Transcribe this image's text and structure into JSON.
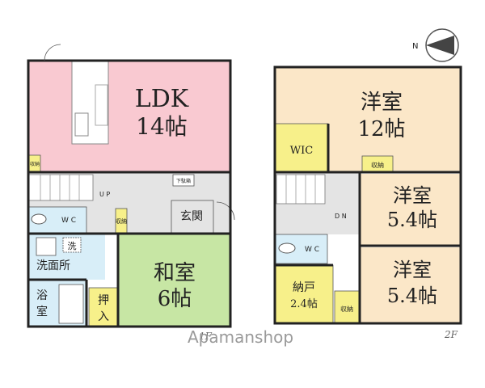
{
  "compass": {
    "north": "N"
  },
  "floor1": {
    "ldk": {
      "name": "LDK",
      "size": "14帖"
    },
    "storage_ldk": "収納",
    "up": "U P",
    "shoe_box": "下駄箱",
    "entrance": "玄関",
    "wc": "W C",
    "storage_hall": "収納",
    "washer": "洗",
    "washroom": "洗面所",
    "bath": "浴室",
    "closet": "押入",
    "washitsu": {
      "name": "和室",
      "size": "6帖"
    }
  },
  "floor2": {
    "label": "2F",
    "yoshitsu12": {
      "name": "洋室",
      "size": "12帖"
    },
    "wic": "WIC",
    "storage_top": "収納",
    "yoshitsu54a": {
      "name": "洋室",
      "size": "5.4帖"
    },
    "dn": "D N",
    "wc": "W C",
    "yoshitsu54b": {
      "name": "洋室",
      "size": "5.4帖"
    },
    "nando": {
      "name": "納戸",
      "size": "2.4帖"
    },
    "storage_bottom": "収納"
  },
  "watermark": {
    "text": "Apamanshop",
    "floor_label": "1F"
  },
  "colors": {
    "ldk": "#f9c9d1",
    "washitsu": "#c7e6a4",
    "yoshitsu": "#fbe7c8",
    "wic": "#f7f08a",
    "nando": "#f7f08a",
    "wet": "#d8eef8",
    "hall": "#e4e4e4",
    "storage": "#f7f08a",
    "wall": "#222222"
  }
}
